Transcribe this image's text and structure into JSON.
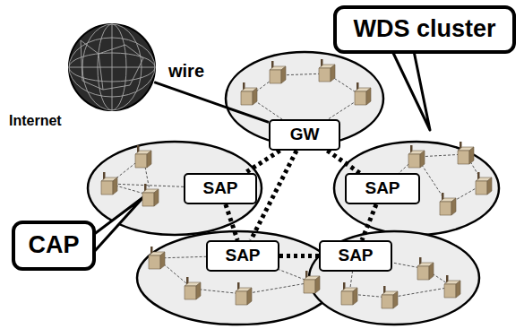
{
  "diagram": {
    "nodes": [
      {
        "text": [
          "Internet"
        ]
      },
      {
        "text": [
          "WDS cluster"
        ]
      },
      {
        "text": [
          "GW"
        ]
      },
      {
        "text": [
          "SAP"
        ]
      },
      {
        "text": [
          "SAP"
        ]
      },
      {
        "text": [
          "CAP"
        ]
      },
      {
        "text": [
          "SAP"
        ]
      },
      {
        "text": [
          "SAP"
        ]
      }
    ],
    "edges": [
      {
        "from": 0,
        "to": 2,
        "arrow": "none",
        "label": "wire"
      },
      {
        "from": 2,
        "to": 3,
        "arrow": "none"
      },
      {
        "from": 2,
        "to": 4,
        "arrow": "none"
      },
      {
        "from": 2,
        "to": 6,
        "arrow": "none"
      },
      {
        "from": 3,
        "to": 6,
        "arrow": "none"
      },
      {
        "from": 6,
        "to": 7,
        "arrow": "none"
      },
      {
        "from": 4,
        "to": 7,
        "arrow": "none"
      }
    ]
  }
}
